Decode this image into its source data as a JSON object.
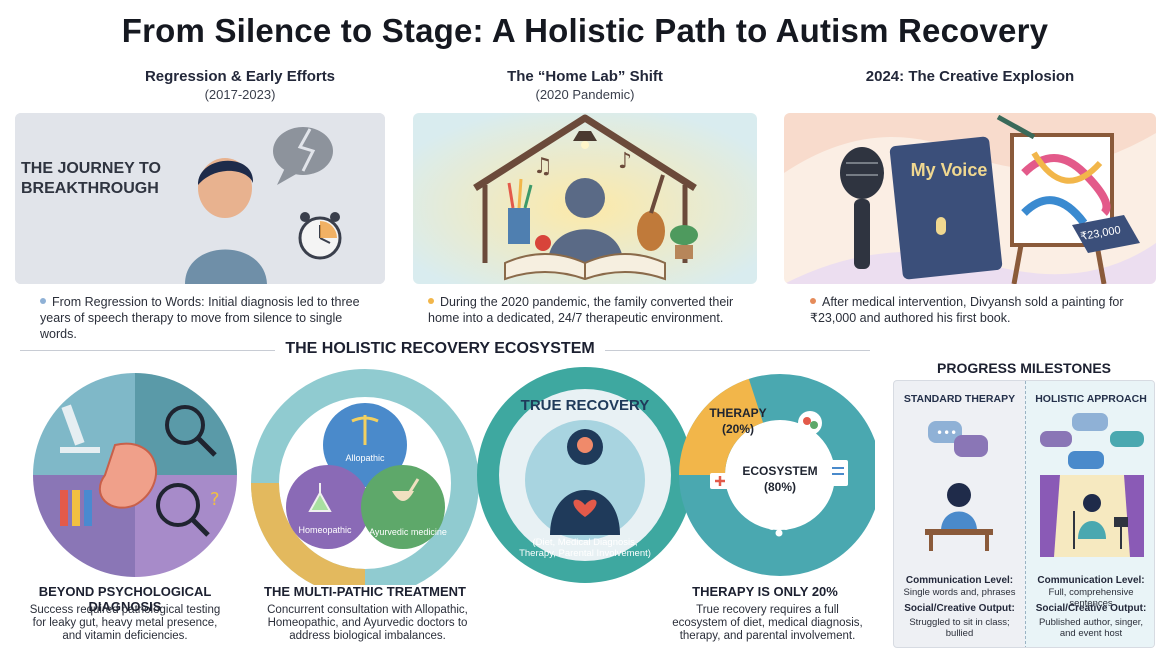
{
  "title": "From Silence to Stage: A Holistic Path to Autism Recovery",
  "panels": [
    {
      "heading": "Regression & Early Efforts",
      "subheading": "(2017-2023)",
      "image_text": "THE JOURNEY TO BREAKTHROUGH",
      "caption": "From Regression to Words: Initial diagnosis led to three years of speech therapy to move from silence to single words.",
      "dot_color": "#8fb1d6"
    },
    {
      "heading": "The “Home Lab” Shift",
      "subheading": "(2020 Pandemic)",
      "caption": "During the 2020 pandemic, the family converted their home into a dedicated, 24/7 therapeutic environment.",
      "dot_color": "#f2b64a"
    },
    {
      "heading": "2024: The Creative Explosion",
      "subheading": "",
      "book_title": "My Voice",
      "price_tag": "₹23,000",
      "caption": "After medical intervention, Divyansh sold a painting for ₹23,000 and authored his first book.",
      "dot_color": "#e58b5a"
    }
  ],
  "ecosystem_title": "THE HOLISTIC RECOVERY ECOSYSTEM",
  "ecosystem": {
    "diagnosis": {
      "heading": "BEYOND PSYCHOLOGICAL DIAGNOSIS",
      "text": "Success required pathological testing for leaky gut, heavy metal presence, and vitamin deficiencies."
    },
    "multipathic": {
      "heading": "THE MULTI-PATHIC TREATMENT",
      "text": "Concurrent consultation with Allopathic, Homeopathic, and Ayurvedic doctors to address biological imbalances.",
      "labels": [
        "Allopathic",
        "Homeopathic",
        "Ayurvedic medicine"
      ]
    },
    "recovery": {
      "arc_title": "TRUE RECOVERY",
      "arc_subtitle": "(Diet, Medical Diagnosis, Therapy, Parental Involvement)"
    },
    "therapy": {
      "heading": "THERAPY IS ONLY 20%",
      "text": "True recovery requires a full ecosystem of diet, medical diagnosis, therapy, and parental involvement.",
      "therapy_label": "THERAPY",
      "therapy_pct": "(20%)",
      "ecosystem_label": "ECOSYSTEM",
      "ecosystem_pct": "(80%)",
      "therapy_share": 20,
      "ecosystem_share": 80
    }
  },
  "milestones": {
    "title": "PROGRESS MILESTONES",
    "standard": {
      "heading": "STANDARD THERAPY",
      "comm_label": "Communication Level:",
      "comm_value": "Single words and, phrases",
      "output_label": "Social/Creative Output:",
      "output_value": "Struggled to sit in class; bullied"
    },
    "holistic": {
      "heading": "HOLISTIC APPROACH",
      "comm_label": "Communication Level:",
      "comm_value": "Full, comprehensive sentences",
      "output_label": "Social/Creative Output:",
      "output_value": "Published author, singer, and event host"
    }
  }
}
